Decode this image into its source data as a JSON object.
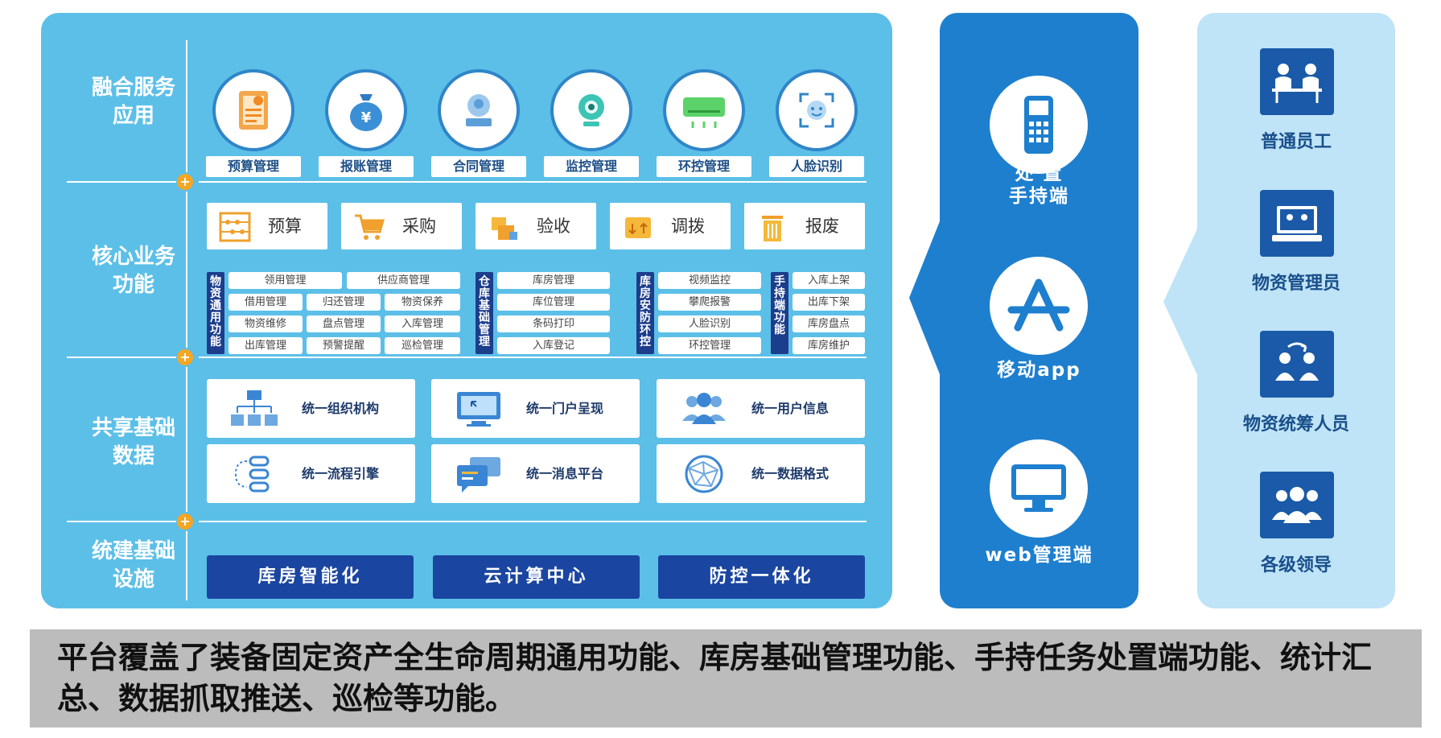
{
  "layers": {
    "fusion": "融合服务\n应用",
    "core": "核心业务\n功能",
    "shared": "共享基础\n数据",
    "infra": "统建基础\n设施"
  },
  "plus_symbol": "+",
  "fusion_apps": [
    {
      "label": "预算管理",
      "icon": "budget-document-icon"
    },
    {
      "label": "报账管理",
      "icon": "money-bag-icon"
    },
    {
      "label": "合同管理",
      "icon": "contract-stamp-icon"
    },
    {
      "label": "监控管理",
      "icon": "surveillance-camera-icon"
    },
    {
      "label": "环控管理",
      "icon": "air-conditioner-icon"
    },
    {
      "label": "人脸识别",
      "icon": "face-recognition-icon"
    }
  ],
  "core_functions": [
    {
      "label": "预算",
      "icon": "abacus-icon"
    },
    {
      "label": "采购",
      "icon": "shopping-cart-icon"
    },
    {
      "label": "验收",
      "icon": "boxes-icon"
    },
    {
      "label": "调拨",
      "icon": "package-transfer-icon"
    },
    {
      "label": "报废",
      "icon": "trash-bin-icon"
    }
  ],
  "function_groups": [
    {
      "title": "物资通用功能",
      "items": [
        "领用管理",
        "供应商管理",
        "借用管理",
        "归还管理",
        "物资保养",
        "物资维修",
        "盘点管理",
        "入库管理",
        "出库管理",
        "预警提醒",
        "巡检管理"
      ]
    },
    {
      "title": "仓库基础管理",
      "items": [
        "库房管理",
        "库位管理",
        "条码打印",
        "入库登记"
      ]
    },
    {
      "title": "库房安防环控",
      "items": [
        "视频监控",
        "攀爬报警",
        "人脸识别",
        "环控管理"
      ]
    },
    {
      "title": "手持端功能",
      "items": [
        "入库上架",
        "出库下架",
        "库房盘点",
        "库房维护"
      ]
    }
  ],
  "shared_data": [
    {
      "label": "统一组织机构",
      "icon": "org-chart-icon"
    },
    {
      "label": "统一门户呈现",
      "icon": "monitor-icon"
    },
    {
      "label": "统一用户信息",
      "icon": "users-icon"
    },
    {
      "label": "统一流程引擎",
      "icon": "workflow-icon"
    },
    {
      "label": "统一消息平台",
      "icon": "chat-bubbles-icon"
    },
    {
      "label": "统一数据格式",
      "icon": "globe-network-icon"
    }
  ],
  "infrastructure": [
    "库房智能化",
    "云计算中心",
    "防控一体化"
  ],
  "terminals": [
    {
      "label": "处 置\n手持端",
      "icon": "handheld-device-icon"
    },
    {
      "label": "移动app",
      "icon": "app-store-icon"
    },
    {
      "label": "web管理端",
      "icon": "desktop-icon"
    }
  ],
  "user_roles": [
    {
      "label": "普通员工",
      "icon": "employee-desk-icon"
    },
    {
      "label": "物资管理员",
      "icon": "laptop-admin-icon"
    },
    {
      "label": "物资统筹人员",
      "icon": "coordination-icon"
    },
    {
      "label": "各级领导",
      "icon": "leaders-group-icon"
    }
  ],
  "caption": "平台覆盖了装备固定资产全生命周期通用功能、库房基础管理功能、手持任务处置端功能、统计汇总、数据抓取推送、巡检等功能。",
  "colors": {
    "main_panel": "#5cbfe8",
    "terminal_panel": "#1e7fce",
    "user_panel": "#bfe4f7",
    "dark_blue": "#1a45a0",
    "plus_orange": "#f5a623",
    "caption_bg": "#bcbcbc"
  }
}
